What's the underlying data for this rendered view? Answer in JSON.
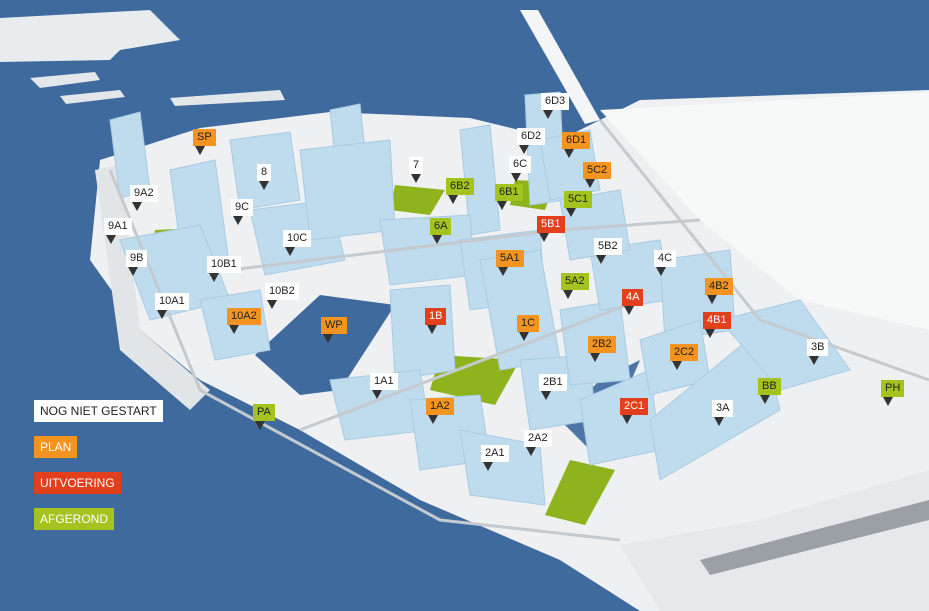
{
  "legend": {
    "not_started": "NOG NIET GESTART",
    "plan": "PLAN",
    "execution": "UITVOERING",
    "completed": "AFGEROND"
  },
  "colors": {
    "water": "#3f6a9e",
    "land": "#eef0f1",
    "building": "#bfdcef",
    "park": "#8fb31d",
    "not_started": "#ffffff",
    "plan": "#f39420",
    "execution": "#e2401c",
    "completed": "#a6c21e"
  },
  "plots": [
    {
      "id": "6D3",
      "status": "not_started"
    },
    {
      "id": "6D2",
      "status": "not_started"
    },
    {
      "id": "6D1",
      "status": "plan"
    },
    {
      "id": "6C",
      "status": "not_started"
    },
    {
      "id": "5C2",
      "status": "plan"
    },
    {
      "id": "5C1",
      "status": "completed"
    },
    {
      "id": "SP",
      "status": "plan"
    },
    {
      "id": "8",
      "status": "not_started"
    },
    {
      "id": "7",
      "status": "not_started"
    },
    {
      "id": "6B2",
      "status": "completed"
    },
    {
      "id": "6B1",
      "status": "completed"
    },
    {
      "id": "9A2",
      "status": "not_started"
    },
    {
      "id": "9C",
      "status": "not_started"
    },
    {
      "id": "9A1",
      "status": "not_started"
    },
    {
      "id": "10C",
      "status": "not_started"
    },
    {
      "id": "6A",
      "status": "completed"
    },
    {
      "id": "5B1",
      "status": "execution"
    },
    {
      "id": "5B2",
      "status": "not_started"
    },
    {
      "id": "9B",
      "status": "not_started"
    },
    {
      "id": "10B1",
      "status": "not_started"
    },
    {
      "id": "5A1",
      "status": "plan"
    },
    {
      "id": "4C",
      "status": "not_started"
    },
    {
      "id": "5A2",
      "status": "completed"
    },
    {
      "id": "10B2",
      "status": "not_started"
    },
    {
      "id": "4B2",
      "status": "plan"
    },
    {
      "id": "4A",
      "status": "execution"
    },
    {
      "id": "10A1",
      "status": "not_started"
    },
    {
      "id": "10A2",
      "status": "plan"
    },
    {
      "id": "1B",
      "status": "execution"
    },
    {
      "id": "4B1",
      "status": "execution"
    },
    {
      "id": "WP",
      "status": "plan"
    },
    {
      "id": "1C",
      "status": "plan"
    },
    {
      "id": "2B2",
      "status": "plan"
    },
    {
      "id": "2C2",
      "status": "plan"
    },
    {
      "id": "3B",
      "status": "not_started"
    },
    {
      "id": "1A1",
      "status": "not_started"
    },
    {
      "id": "2B1",
      "status": "not_started"
    },
    {
      "id": "BB",
      "status": "completed"
    },
    {
      "id": "PH",
      "status": "completed"
    },
    {
      "id": "1A2",
      "status": "plan"
    },
    {
      "id": "2C1",
      "status": "execution"
    },
    {
      "id": "3A",
      "status": "not_started"
    },
    {
      "id": "PA",
      "status": "completed"
    },
    {
      "id": "2A2",
      "status": "not_started"
    },
    {
      "id": "2A1",
      "status": "not_started"
    }
  ]
}
